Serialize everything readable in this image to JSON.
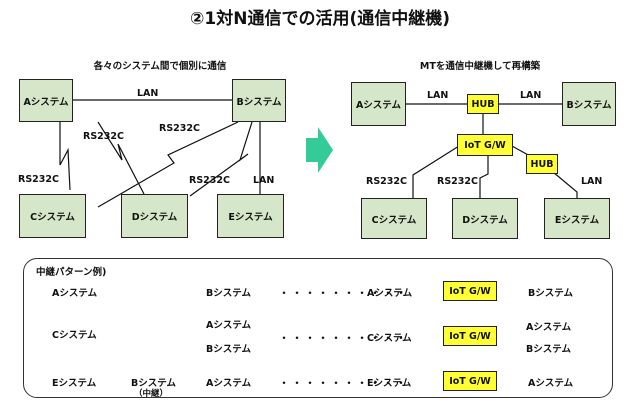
{
  "title": "②1対N通信での活用(通信中継機)",
  "left": {
    "subtitle": "各々のシステム間で個別に通信",
    "systems": {
      "a": "Aシステム",
      "b": "Bシステム",
      "c": "Cシステム",
      "d": "Dシステム",
      "e": "Eシステム"
    },
    "links": {
      "lan_ab": "LAN",
      "rs_a": "RS232C",
      "rs_b1": "RS232C",
      "rs_c": "RS232C",
      "rs_b2": "RS232C",
      "lan_be": "LAN"
    }
  },
  "right": {
    "subtitle": "MTを通信中継機して再構築",
    "systems": {
      "a": "Aシステム",
      "b": "Bシステム",
      "c": "Cシステム",
      "d": "Dシステム",
      "e": "Eシステム"
    },
    "hub1": "HUB",
    "hub2": "HUB",
    "gateway": "IoT G/W",
    "links": {
      "lan_a": "LAN",
      "lan_b": "LAN",
      "rs_c": "RS232C",
      "rs_d": "RS232C",
      "lan_e": "LAN"
    }
  },
  "panel": {
    "title": "中継パターン例)",
    "row1": {
      "src": "Aシステム",
      "dst": "Bシステム",
      "r_src": "Aシステム",
      "r_gw": "IoT G/W",
      "r_dst": "Bシステム"
    },
    "row2": {
      "src": "Cシステム",
      "dst1": "Aシステム",
      "dst2": "Bシステム",
      "r_src": "Cシステム",
      "r_gw": "IoT G/W",
      "r_dst1": "Aシステム",
      "r_dst2": "Bシステム"
    },
    "row3": {
      "src": "Eシステム",
      "mid": "Bシステム",
      "mid_note": "（中継）",
      "dst": "Aシステム",
      "r_src": "Eシステム",
      "r_gw": "IoT G/W",
      "r_dst": "Aシステム"
    },
    "dots": "・・・・・・・・・・"
  },
  "colors": {
    "system_box": "#d6e6c8",
    "hub_box": "#ffff33",
    "arrow": "#33cc99"
  }
}
